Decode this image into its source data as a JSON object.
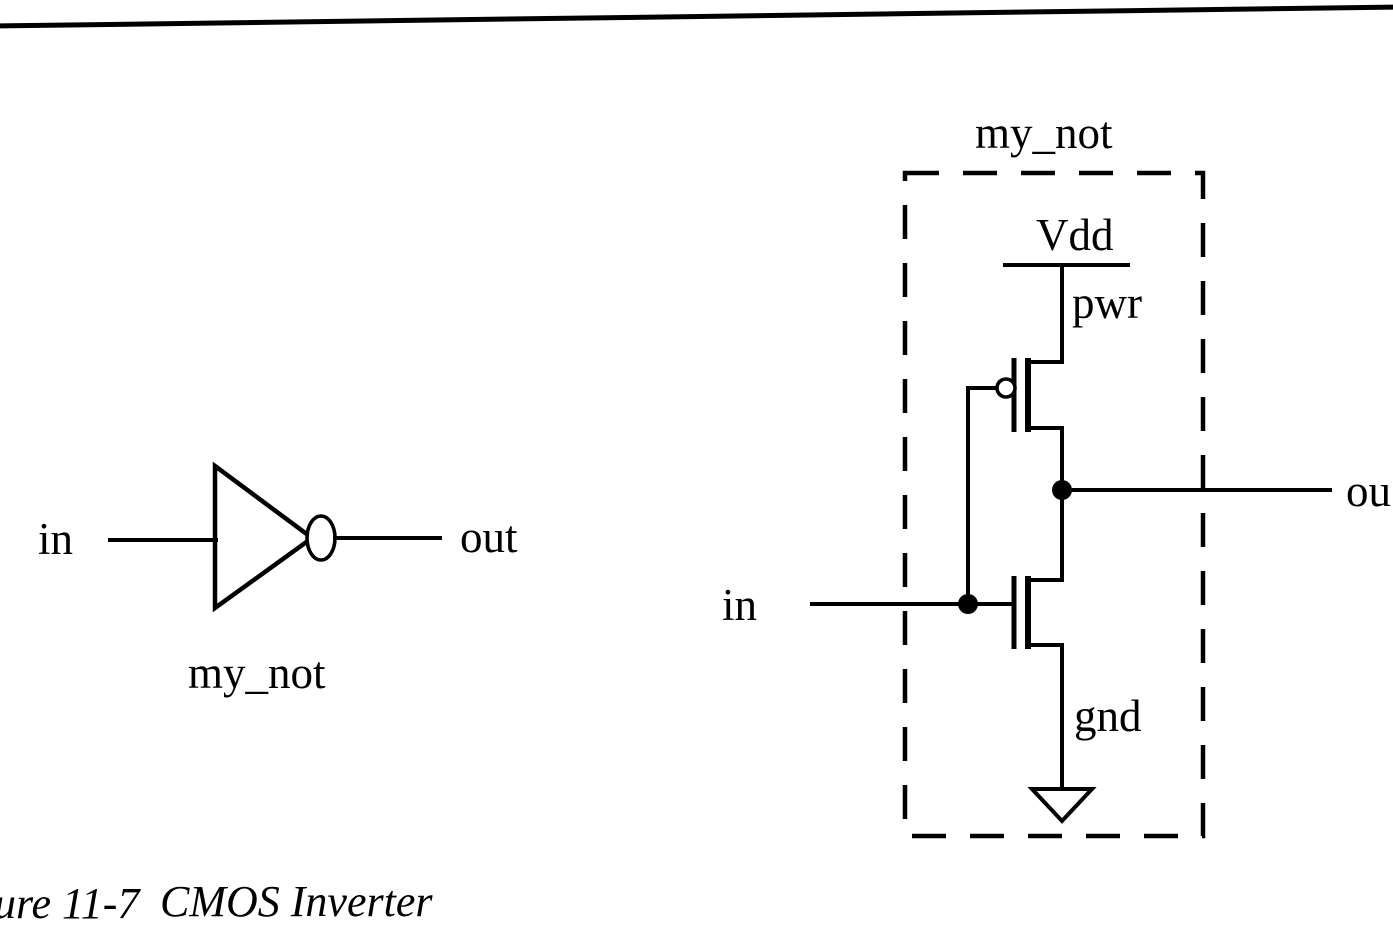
{
  "figure": {
    "caption_number": "ure 11-7",
    "caption_title": "CMOS Inverter"
  },
  "symbol_view": {
    "input_label": "in",
    "output_label": "out",
    "component_label": "my_not"
  },
  "transistor_view": {
    "block_label": "my_not",
    "input_label": "in",
    "output_label": "ou",
    "supply_label": "Vdd",
    "power_net_label": "pwr",
    "ground_net_label": "gnd"
  },
  "colors": {
    "ink": "#000000",
    "paper": "#ffffff"
  },
  "icons": {
    "pmos": "pmos-transistor-icon",
    "nmos": "nmos-transistor-icon",
    "ground": "ground-symbol-icon",
    "inverter": "inverter-triangle-icon",
    "bubble": "inversion-bubble-icon",
    "junction": "junction-dot-icon"
  }
}
